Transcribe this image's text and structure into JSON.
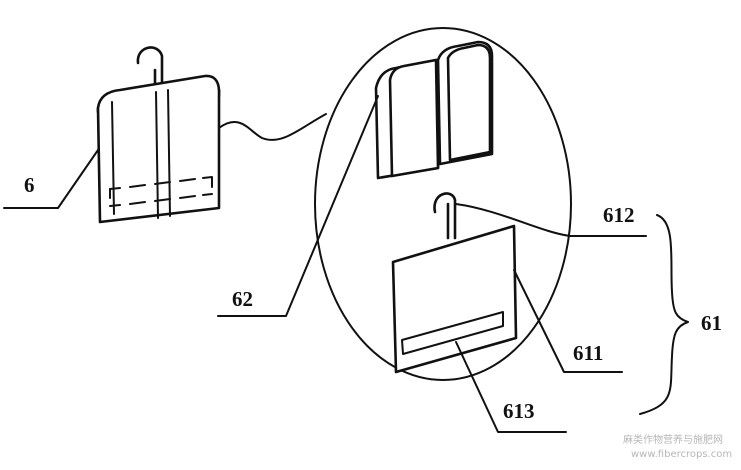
{
  "labels": {
    "assembly": "6",
    "detail_group": "61",
    "folding_panels": "62",
    "panel": "611",
    "hook": "612",
    "slot": "613"
  },
  "watermark": {
    "line1": "麻类作物营养与施肥网",
    "line2": "www.fibercrops.com"
  }
}
